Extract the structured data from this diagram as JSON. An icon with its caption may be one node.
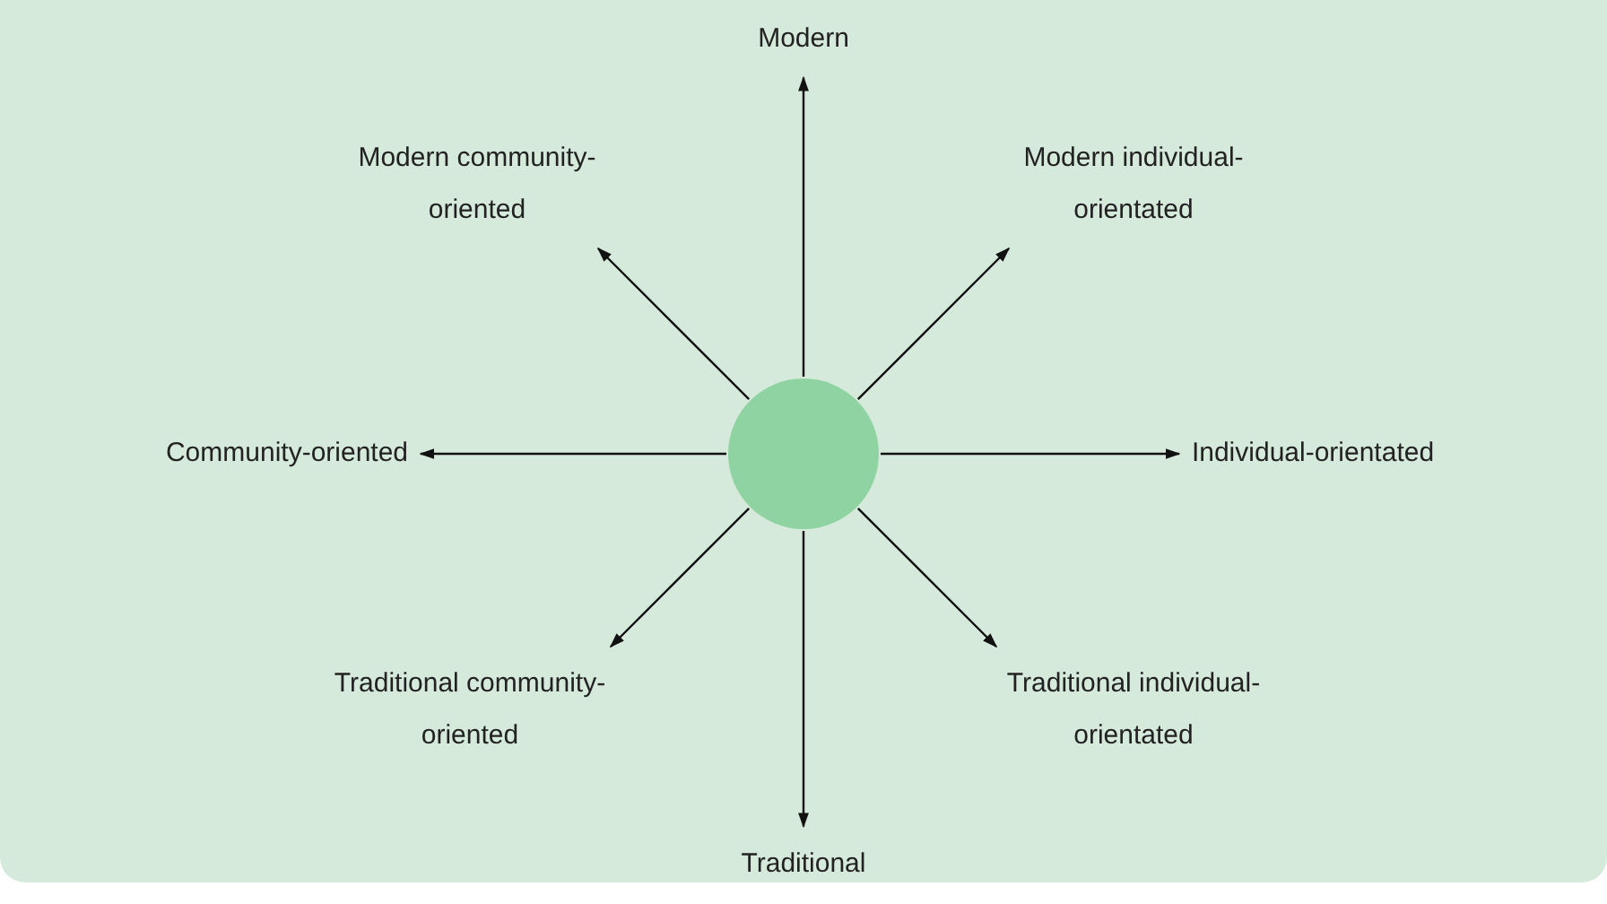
{
  "diagram": {
    "nodes": [
      {
        "text": [
          "Modern"
        ]
      },
      {
        "text": [
          "Modern community-oriented"
        ]
      },
      {
        "text": [
          "Modern individual-orientated"
        ]
      },
      {
        "text": [
          "Community-oriented"
        ]
      },
      {
        "text": [],
        "shape": "circle"
      },
      {
        "text": [
          "Individual-orientated"
        ]
      },
      {
        "text": [
          "Traditional community-oriented"
        ]
      },
      {
        "text": [
          "Traditional individual-orientated"
        ]
      },
      {
        "text": [
          "Traditional"
        ]
      }
    ],
    "edges": [
      {
        "from": 4,
        "to": 0,
        "arrow": "to"
      },
      {
        "from": 4,
        "to": 1,
        "arrow": "to"
      },
      {
        "from": 4,
        "to": 2,
        "arrow": "to"
      },
      {
        "from": 4,
        "to": 3,
        "arrow": "to"
      },
      {
        "from": 4,
        "to": 5,
        "arrow": "to"
      },
      {
        "from": 4,
        "to": 6,
        "arrow": "to"
      },
      {
        "from": 4,
        "to": 7,
        "arrow": "to"
      },
      {
        "from": 4,
        "to": 8,
        "arrow": "to"
      }
    ]
  }
}
